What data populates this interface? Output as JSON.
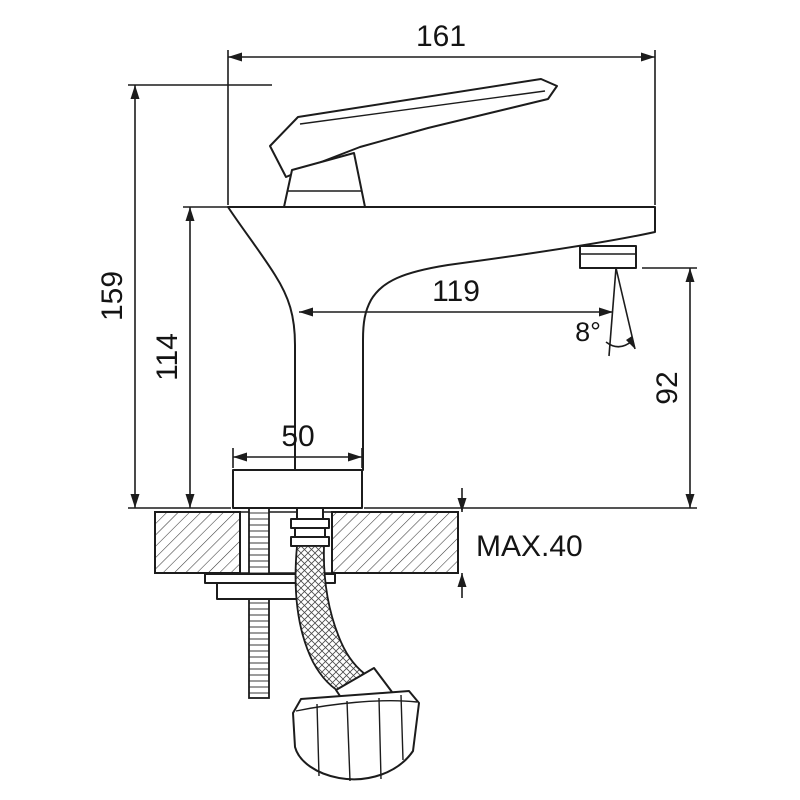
{
  "drawing": {
    "dim_overall_width": "161",
    "dim_overall_height": "159",
    "dim_body_height": "114",
    "dim_spout_reach": "119",
    "dim_spout_angle": "8°",
    "dim_outlet_height": "92",
    "dim_base_width": "50",
    "dim_deck_thickness": "MAX.40"
  }
}
